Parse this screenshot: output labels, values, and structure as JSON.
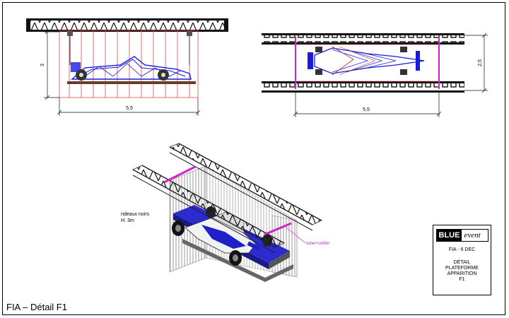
{
  "caption": "FIA – Détail F1",
  "front_view": {
    "height_dim": "3",
    "width_dim": "5,5"
  },
  "top_view": {
    "width_dim": "5,5",
    "height_dim": "2,5"
  },
  "iso_view": {
    "curtain_note_1": "rideaux noirs",
    "curtain_note_2": "H: 3m",
    "tube_note": "tube+collier"
  },
  "title_block": {
    "logo_bold": "BLUE",
    "logo_italic": "event",
    "date": "FIA - 6 DEC",
    "line1": "DÉTAIL",
    "line2": "PLATEFORME",
    "line3": "APPARITION",
    "line4": "F1"
  },
  "colors": {
    "truss": "#111111",
    "car": "#1a1adb",
    "frame": "#e04848",
    "curtain": "#9a9a9a",
    "tube": "#d020d0"
  }
}
